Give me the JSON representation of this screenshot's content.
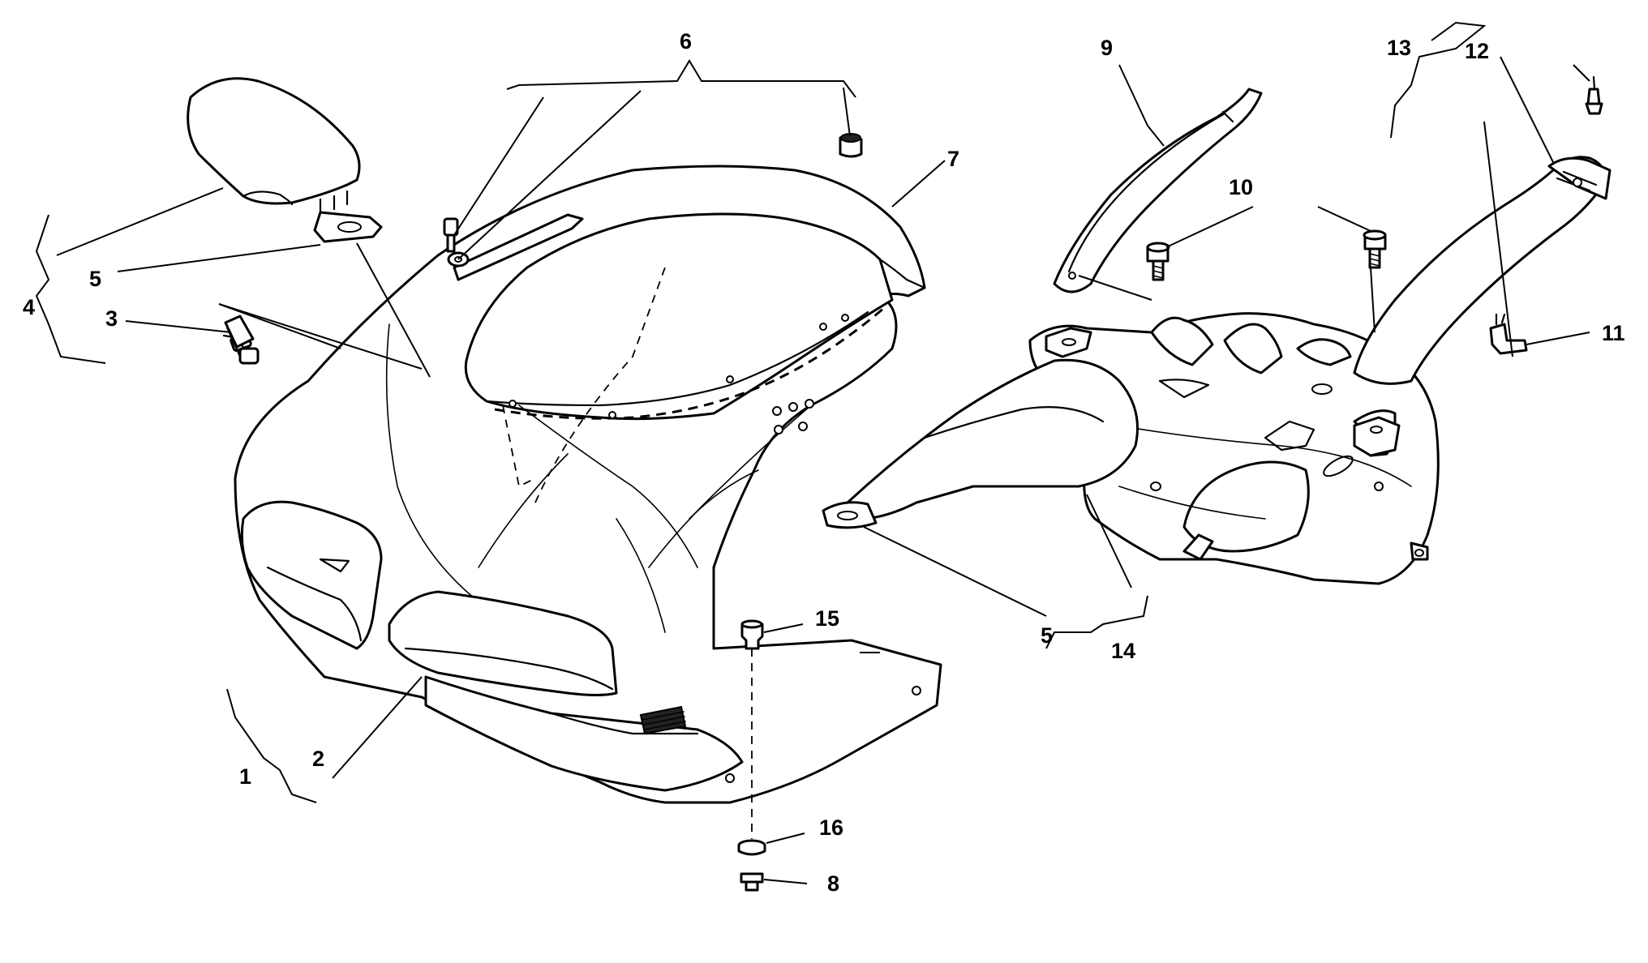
{
  "colors": {
    "line": "#000000",
    "background": "#ffffff"
  },
  "callouts": {
    "c1": "1",
    "c2": "2",
    "c3": "3",
    "c4": "4",
    "c5_left": "5",
    "c5_right": "5",
    "c6": "6",
    "c7": "7",
    "c8": "8",
    "c9": "9",
    "c10": "10",
    "c11": "11",
    "c12": "12",
    "c13": "13",
    "c14": "14",
    "c15": "15",
    "c16": "16"
  }
}
